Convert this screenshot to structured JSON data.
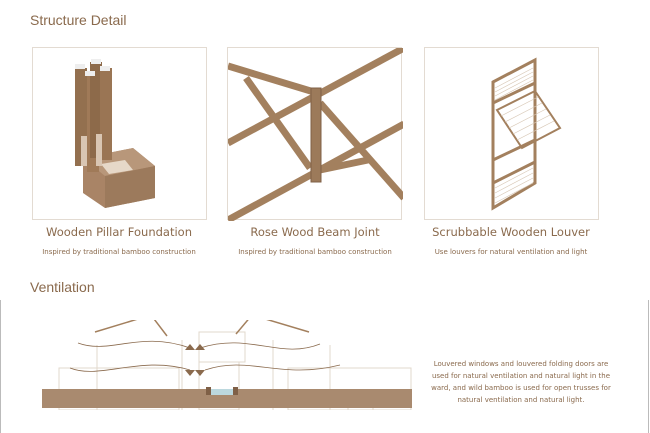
{
  "sections": {
    "structure_heading": "Structure Detail",
    "ventilation_heading": "Ventilation"
  },
  "details": [
    {
      "title": "Wooden Pillar Foundation",
      "subtitle": "Inspired by traditional bamboo construction"
    },
    {
      "title": "Rose Wood Beam Joint",
      "subtitle": "Inspired by traditional bamboo construction"
    },
    {
      "title": "Scrubbable Wooden Louver",
      "subtitle": "Use louvers for natural ventilation and light"
    }
  ],
  "ventilation": {
    "description": "Louvered windows and louvered folding doors are used for natural ventilation and natural light in the ward, and wild bamboo is used for open trusses for natural ventilation and natural light."
  },
  "colors": {
    "accent": "#8a6a4d",
    "wood": "#a3805e",
    "ground": "#a98a6f",
    "water": "#bcd8de"
  }
}
